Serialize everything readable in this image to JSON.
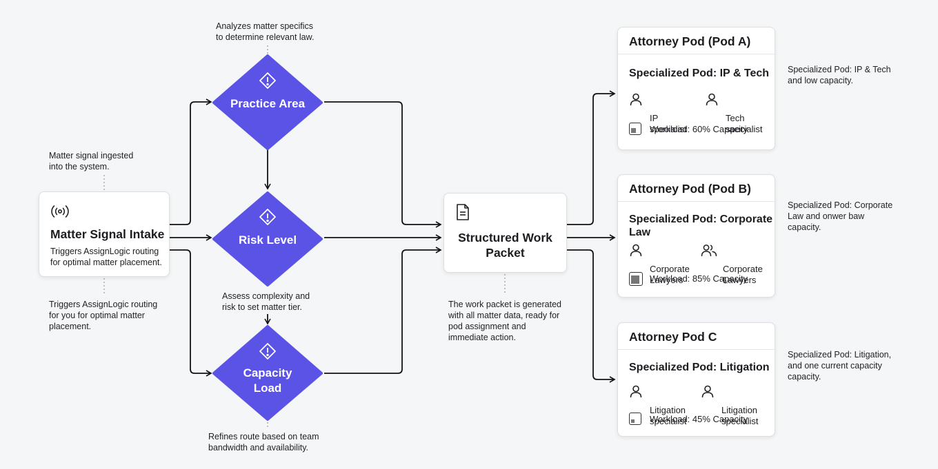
{
  "intake": {
    "title": "Matter Signal Intake",
    "subtitle": "Triggers AssignLogic routing\nfor optimal matter placement.",
    "note_above": "Matter signal ingested\ninto the system.",
    "note_below": "Triggers AssignLogic routing\nfor you for optimal matter\nplacement.",
    "icon": "radio-signal-icon"
  },
  "decisions": [
    {
      "label": "Practice Area",
      "note": "Analyzes matter specifics\nto determine relevant law.",
      "icon": "alert-icon"
    },
    {
      "label": "Risk Level",
      "note": "Assess complexity and\nrisk to set matter tier.",
      "icon": "alert-icon"
    },
    {
      "label": "Capacity\nLoad",
      "note": "Refines route based on team\nbandwidth and availability.",
      "icon": "alert-icon"
    }
  ],
  "packet": {
    "title": "Structured Work\nPacket",
    "note": "The work packet is generated\nwith all matter data, ready for\npod assignment and\nimmediate action.",
    "icon": "document-icon"
  },
  "pods": [
    {
      "header": "Attorney Pod (Pod A)",
      "specialty": "Specialized Pod: IP & Tech",
      "members": [
        {
          "label": "IP\nspecialist",
          "icon": "person-icon"
        },
        {
          "label": "Tech\nspecialist",
          "icon": "person-icon"
        }
      ],
      "workload": "Workload: 60% Capacity",
      "workload_pct": 60,
      "note": "Specialized Pod: IP & Tech\nand low capacity."
    },
    {
      "header": "Attorney Pod (Pod B)",
      "specialty": "Specialized Pod: Corporate\nLaw",
      "members": [
        {
          "label": "Corporate\nLawyers",
          "icon": "person-icon"
        },
        {
          "label": "Corporate\nLawyers",
          "icon": "people-icon"
        }
      ],
      "workload": "Workload: 85% Capacity",
      "workload_pct": 85,
      "note": "Specialized Pod: Corporate\nLaw and onwer baw\ncapacity."
    },
    {
      "header": "Attorney Pod C",
      "specialty": "Specialized Pod: Litigation",
      "members": [
        {
          "label": "Litigation\nspecialist",
          "icon": "person-icon"
        },
        {
          "label": "Litigation\nspecialist",
          "icon": "person-icon"
        }
      ],
      "workload": "Workload: 45% Capacity",
      "workload_pct": 45,
      "note": "Specialized Pod: Litigation,\nand one current capacity\ncapacity."
    }
  ],
  "colors": {
    "diamond": "#5b52e6",
    "line": "#111111",
    "dotted": "#9a9a9a"
  }
}
